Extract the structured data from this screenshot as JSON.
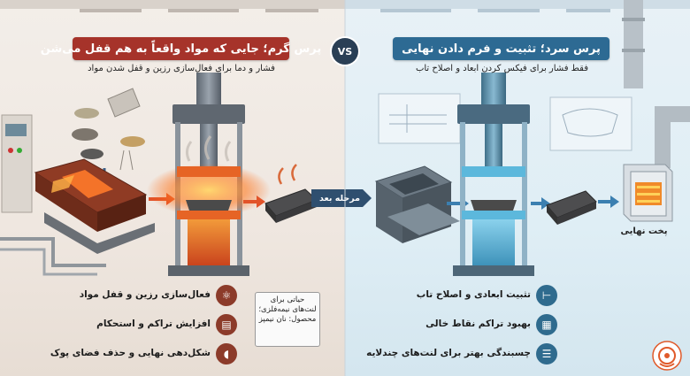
{
  "left_panel": {
    "title": "پرس گرم؛ جایی که مواد واقعاً به هم قفل می‌شن",
    "subtitle": "فشار و دما برای فعال‌سازی رزین و قفل شدن مواد",
    "features": [
      {
        "label": "فعال‌سازی رزین و قفل مواد",
        "icon": "molecule-icon"
      },
      {
        "label": "افزایش تراکم و استحکام",
        "icon": "layers-icon"
      },
      {
        "label": "شکل‌دهی نهایی و حذف فضای پوک",
        "icon": "brake-pad-icon"
      }
    ],
    "note": "حیاتی برای لنت‌های نیمه‌فلزی؛ محصول: نان نیمپز",
    "colors": {
      "accent": "#a6332a",
      "heat": "#f06a1e"
    }
  },
  "vs_label": "VS",
  "arrow_label": "مرحله بعد",
  "right_panel": {
    "title": "پرس سرد؛ تثبیت و فرم دادن نهایی",
    "subtitle": "فقط فشار برای فیکس کردن ابعاد و اصلاح تاب",
    "features": [
      {
        "label": "تثبیت ابعادی و اصلاح تاب",
        "icon": "caliper-icon"
      },
      {
        "label": "بهبود تراکم نقاط خالی",
        "icon": "grid-icon"
      },
      {
        "label": "چسبندگی بهتر برای لنت‌های چندلایه",
        "icon": "stack-icon"
      }
    ],
    "final_label": "پخت نهایی",
    "colors": {
      "accent": "#2d6a93",
      "cool": "#4fb3d9"
    }
  }
}
